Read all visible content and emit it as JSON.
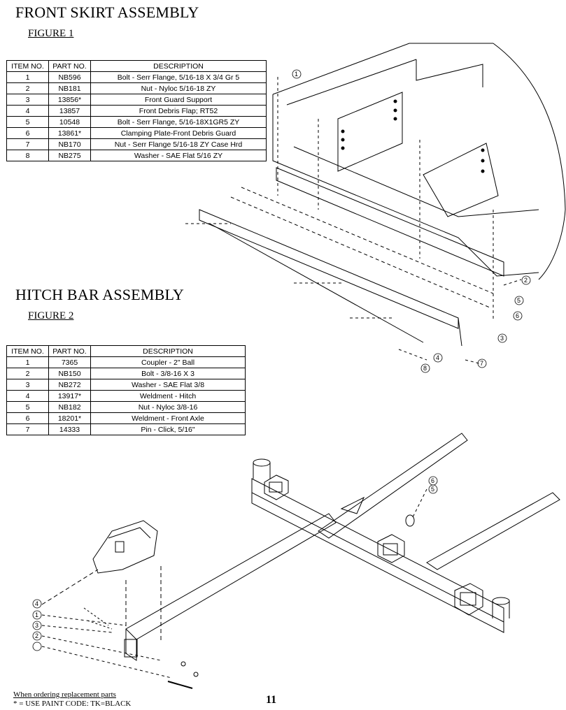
{
  "sections": [
    {
      "title": "FRONT SKIRT ASSEMBLY",
      "figure": "FIGURE 1",
      "headers": [
        "ITEM NO.",
        "PART NO.",
        "DESCRIPTION"
      ],
      "rows": [
        [
          "1",
          "NB596",
          "Bolt - Serr Flange, 5/16-18 X 3/4 Gr 5"
        ],
        [
          "2",
          "NB181",
          "Nut - Nyloc 5/16-18 ZY"
        ],
        [
          "3",
          "13856*",
          "Front Guard Support"
        ],
        [
          "4",
          "13857",
          "Front Debris Flap; RT52"
        ],
        [
          "5",
          "10548",
          "Bolt - Serr Flange,  5/16-18X1GR5 ZY"
        ],
        [
          "6",
          "13861*",
          "Clamping Plate-Front Debris Guard"
        ],
        [
          "7",
          "NB170",
          "Nut - Serr Flange 5/16-18 ZY Case Hrd"
        ],
        [
          "8",
          "NB275",
          "Washer - SAE Flat 5/16 ZY"
        ]
      ]
    },
    {
      "title": "HITCH BAR ASSEMBLY",
      "figure": "FIGURE 2",
      "headers": [
        "ITEM NO.",
        "PART NO.",
        "DESCRIPTION"
      ],
      "rows": [
        [
          "1",
          "7365",
          "Coupler - 2\" Ball"
        ],
        [
          "2",
          "NB150",
          "Bolt - 3/8-16 X 3"
        ],
        [
          "3",
          "NB272",
          "Washer - SAE Flat 3/8"
        ],
        [
          "4",
          "13917*",
          "Weldment - Hitch"
        ],
        [
          "5",
          "NB182",
          "Nut - Nyloc 3/8-16"
        ],
        [
          "6",
          "18201*",
          "Weldment - Front Axle"
        ],
        [
          "7",
          "14333",
          "Pin - Click, 5/16\""
        ]
      ]
    }
  ],
  "callouts_fig1": [
    "1",
    "2",
    "5",
    "6",
    "3",
    "4",
    "7",
    "8"
  ],
  "callouts_fig2": [
    "6",
    "5",
    "4",
    "1",
    "3",
    "2"
  ],
  "footer": {
    "ordering_note": "When ordering replacement parts",
    "paint_code": "* = USE PAINT CODE: TK=BLACK",
    "page_number": "11"
  }
}
